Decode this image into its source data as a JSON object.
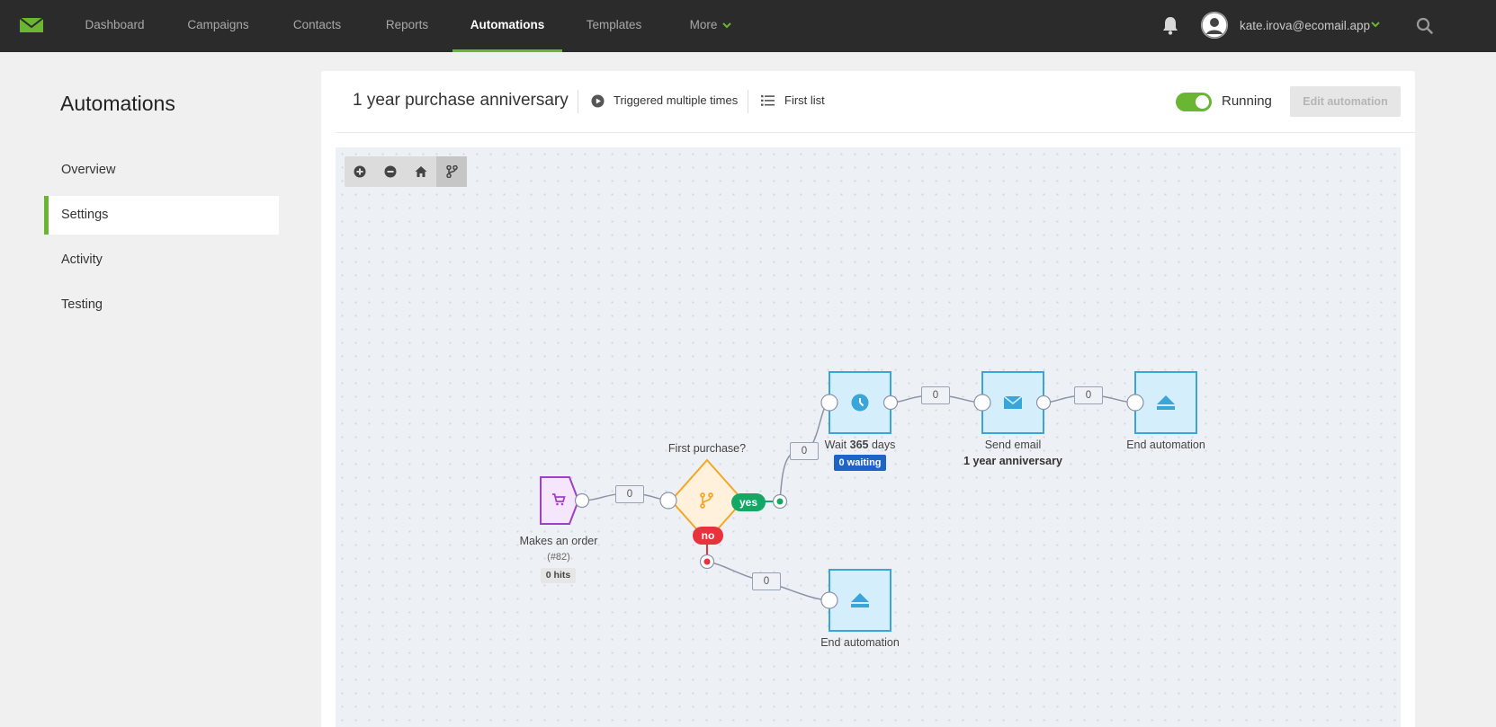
{
  "nav": {
    "items": [
      {
        "label": "Dashboard"
      },
      {
        "label": "Campaigns"
      },
      {
        "label": "Contacts"
      },
      {
        "label": "Reports"
      },
      {
        "label": "Automations"
      },
      {
        "label": "Templates"
      },
      {
        "label": "More"
      }
    ],
    "active": "Automations",
    "user_email": "kate.irova@ecomail.app"
  },
  "sidebar": {
    "title": "Automations",
    "items": [
      {
        "label": "Overview"
      },
      {
        "label": "Settings"
      },
      {
        "label": "Activity"
      },
      {
        "label": "Testing"
      }
    ],
    "active": "Settings"
  },
  "header": {
    "title": "1 year purchase anniversary",
    "trigger": "Triggered multiple times",
    "list": "First list",
    "status": "Running",
    "status_on": true,
    "edit_label": "Edit automation"
  },
  "flow": {
    "trigger": {
      "label": "Makes an order",
      "id": "(#82)",
      "hits": "0 hits",
      "icon": "cart-icon"
    },
    "condition": {
      "label": "First purchase?",
      "yes": "yes",
      "no": "no",
      "icon": "branch-icon"
    },
    "wait": {
      "prefix": "Wait",
      "value": "365",
      "suffix": "days",
      "waiting": "0 waiting",
      "icon": "clock-icon"
    },
    "email": {
      "label": "Send email",
      "name": "1 year anniversary",
      "icon": "envelope-icon"
    },
    "end_top": {
      "label": "End automation",
      "icon": "eject-icon"
    },
    "end_bottom": {
      "label": "End automation",
      "icon": "eject-icon"
    },
    "counts": {
      "c1": "0",
      "c2": "0",
      "c3": "0",
      "c4": "0",
      "c5": "0"
    }
  },
  "colors": {
    "accent": "#6ab531",
    "node_blue": "#3aa5d9",
    "yes": "#14a865",
    "no": "#e8323c",
    "trigger": "#a040c8",
    "condition": "#f5a623"
  }
}
